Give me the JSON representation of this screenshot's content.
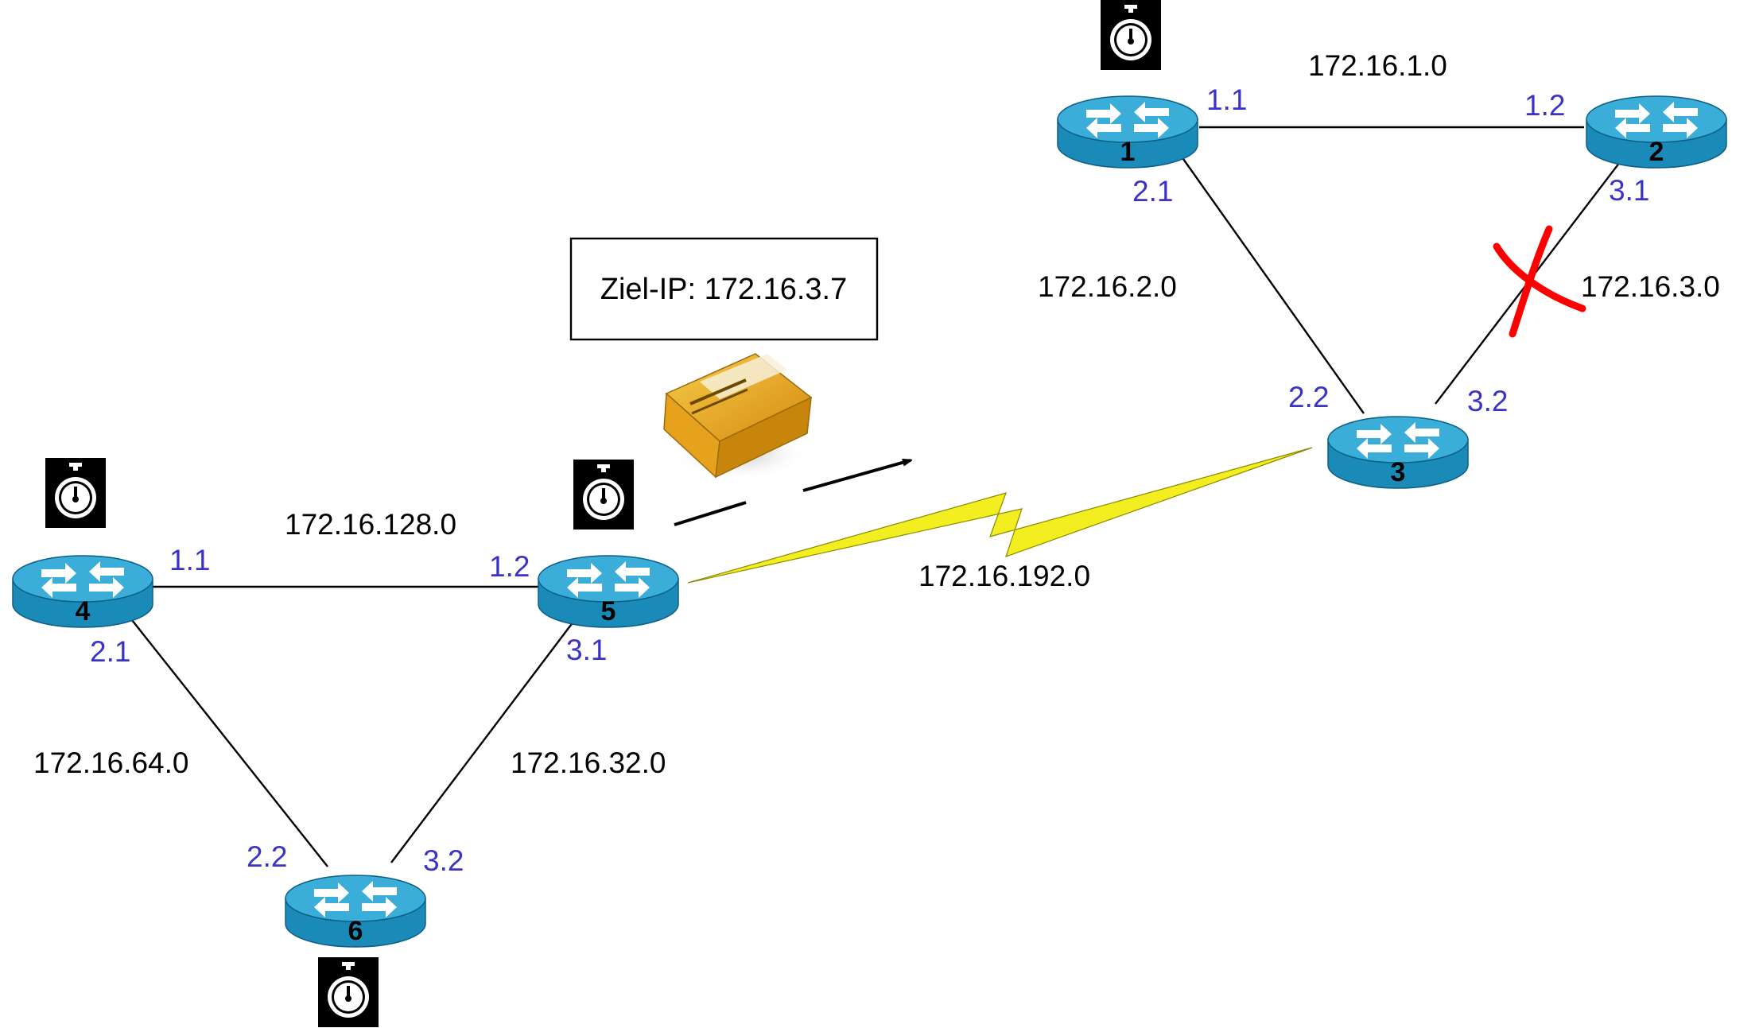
{
  "target_box": {
    "text": "Ziel-IP: 172.16.3.7"
  },
  "networks": {
    "n_1_0": "172.16.1.0",
    "n_2_0": "172.16.2.0",
    "n_3_0": "172.16.3.0",
    "n_128_0": "172.16.128.0",
    "n_192_0": "172.16.192.0",
    "n_64_0": "172.16.64.0",
    "n_32_0": "172.16.32.0"
  },
  "routers": [
    {
      "number": "1",
      "timer": true
    },
    {
      "number": "2",
      "timer": false
    },
    {
      "number": "3",
      "timer": false
    },
    {
      "number": "4",
      "timer": true
    },
    {
      "number": "5",
      "timer": true
    },
    {
      "number": "6",
      "timer": true
    }
  ],
  "interfaces": {
    "r1_1": "1.1",
    "r1_2": "2.1",
    "r2_1": "1.2",
    "r2_2": "3.1",
    "r3_1": "2.2",
    "r3_2": "3.2",
    "r4_1": "1.1",
    "r4_2": "2.1",
    "r5_1": "1.2",
    "r5_2": "3.1",
    "r6_1": "2.2",
    "r6_2": "3.2"
  },
  "colors": {
    "router_body": "#1a8ab8",
    "router_top": "#3aaed8",
    "interface_label": "#3a33c8",
    "serial_link": "#f2ee20",
    "failure_mark": "#ff0000",
    "packet": "#f0b020"
  },
  "icons": [
    "router-icon",
    "stopwatch-icon",
    "packet-icon",
    "link-failure-icon",
    "direction-arrow-icon"
  ]
}
